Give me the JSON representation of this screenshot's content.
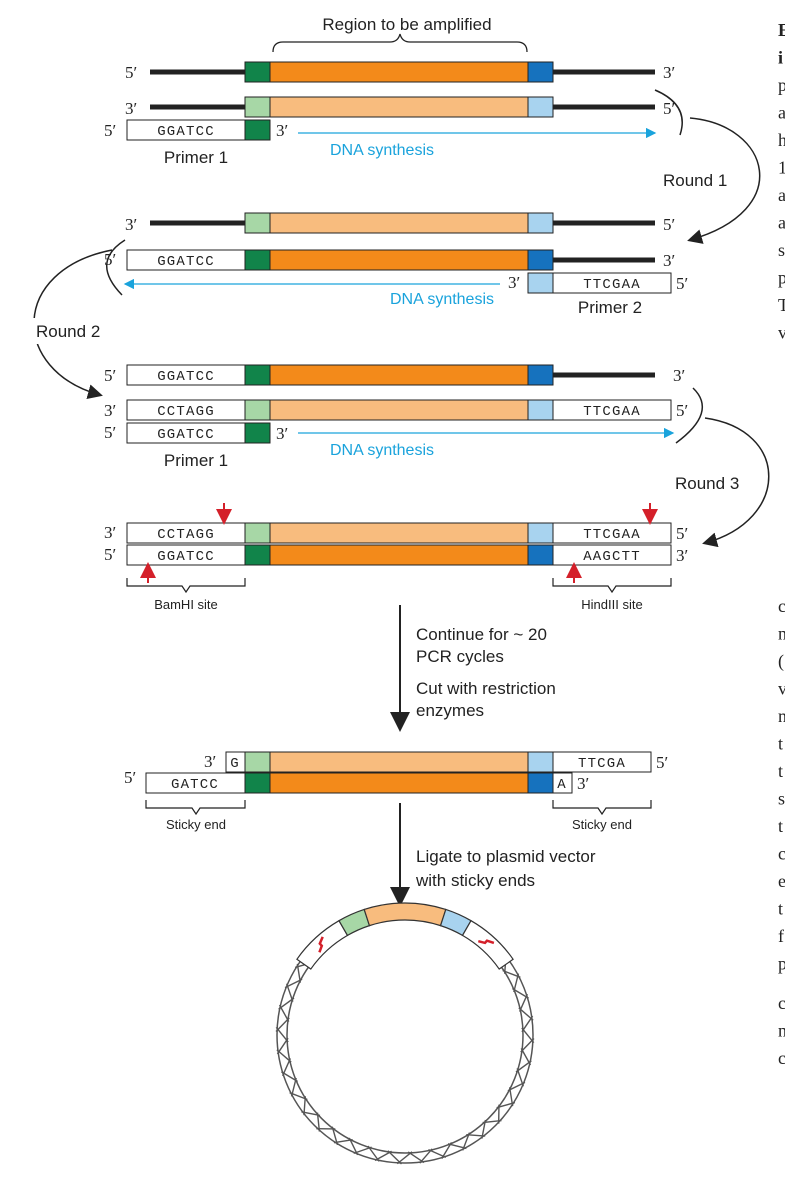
{
  "title": "Region to be amplified",
  "primer1_label": "Primer 1",
  "primer2_label": "Primer 2",
  "synthesis_label": "DNA synthesis",
  "round1": "Round 1",
  "round2": "Round 2",
  "round3": "Round 3",
  "five_prime": "5′",
  "three_prime": "3′",
  "primer1_seq": "GGATCC",
  "primer1_comp": "CCTAGG",
  "primer2_seq": "TTCGAA",
  "primer2_comp": "AAGCTT",
  "sticky_left_top": "G",
  "sticky_left_bottom": "GATCC",
  "sticky_right_top": "TTCGA",
  "sticky_right_bottom": "A",
  "bamhi_label": "BamHI site",
  "hindiii_label": "HindIII site",
  "step1_line1": "Continue for ~ 20",
  "step1_line2": "PCR cycles",
  "step2_line1": "Cut with restriction",
  "step2_line2": "enzymes",
  "step3_line1": "Ligate to plasmid vector",
  "step3_line2": "with sticky ends",
  "sticky_end_label": "Sticky end",
  "side_text_top": [
    "E",
    "i",
    "p",
    "a",
    "h",
    "1",
    "a",
    "a",
    "s",
    "p",
    "T",
    "v"
  ],
  "side_text_bottom": [
    "c",
    "n",
    "(",
    "v",
    "n",
    "t",
    "t",
    "s",
    "t",
    "c",
    "e",
    "t",
    "f",
    "p",
    "c",
    "n",
    "c"
  ],
  "colors": {
    "dark_green": "#11844a",
    "light_green": "#a7d7a6",
    "orange": "#f38a1a",
    "light_orange": "#f8bc7e",
    "dark_blue": "#1672be",
    "light_blue": "#a8d3ef",
    "synthesis_blue": "#1aa3dc",
    "cut_red": "#d4202a",
    "heading_blue": "#1a6aa6"
  }
}
